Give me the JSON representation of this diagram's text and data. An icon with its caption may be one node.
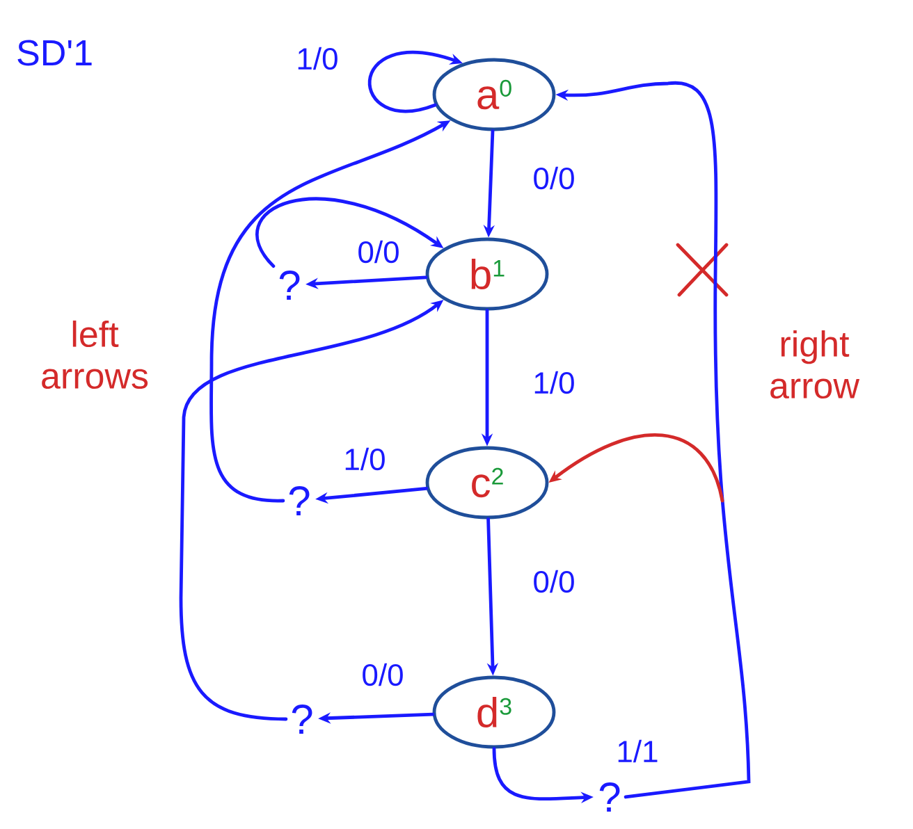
{
  "diagram": {
    "title": "SD'1",
    "nodes": [
      {
        "text": [
          "a",
          "0"
        ]
      },
      {
        "text": [
          "b",
          "1"
        ]
      },
      {
        "text": [
          "c",
          "2"
        ]
      },
      {
        "text": [
          "d",
          "3"
        ]
      },
      {
        "text": [
          "?"
        ]
      },
      {
        "text": [
          "?"
        ]
      },
      {
        "text": [
          "?"
        ]
      },
      {
        "text": [
          "?"
        ]
      }
    ],
    "edges": [
      {
        "from": 0,
        "to": 0,
        "arrow": "to",
        "label": "1/0"
      },
      {
        "from": 0,
        "to": 1,
        "arrow": "to",
        "label": "0/0"
      },
      {
        "from": 1,
        "to": 4,
        "arrow": "to"
      },
      {
        "from": 4,
        "to": 1,
        "arrow": "to",
        "label": "0/0"
      },
      {
        "from": 1,
        "to": 2,
        "arrow": "to",
        "label": "1/0"
      },
      {
        "from": 2,
        "to": 5,
        "arrow": "to",
        "label": "1/0"
      },
      {
        "from": 5,
        "to": 0,
        "arrow": "to"
      },
      {
        "from": 2,
        "to": 3,
        "arrow": "to",
        "label": "0/0"
      },
      {
        "from": 3,
        "to": 6,
        "arrow": "to",
        "label": "0/0"
      },
      {
        "from": 6,
        "to": 1,
        "arrow": "to"
      },
      {
        "from": 3,
        "to": 7,
        "arrow": "to",
        "label": "1/1"
      },
      {
        "from": 7,
        "to": 0,
        "arrow": "to"
      },
      {
        "from": null,
        "to": 2,
        "arrow": "to",
        "color": "#d42a2a"
      }
    ],
    "labels": [
      "left arrows",
      "right arrow"
    ]
  }
}
